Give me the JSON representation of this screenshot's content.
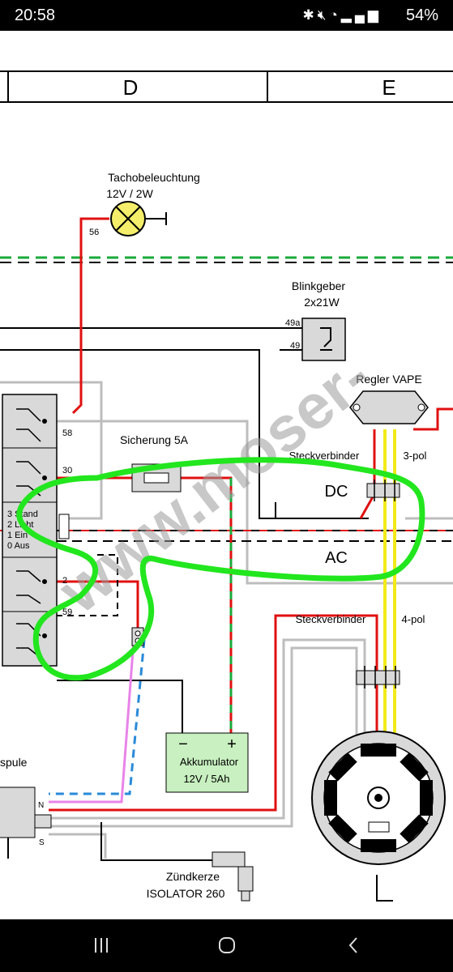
{
  "status_bar": {
    "time": "20:58",
    "icons": [
      "bluetooth-icon",
      "mute-icon",
      "wifi-icon",
      "signal-icon"
    ],
    "battery": "54%"
  },
  "diagram": {
    "columns": [
      "D",
      "E"
    ],
    "tacho": {
      "title": "Tachobeleuchtung",
      "rating": "12V / 2W",
      "terminal": "56"
    },
    "blinker": {
      "title": "Blinkgeber",
      "rating": "2x21W",
      "t1": "49a",
      "t2": "49"
    },
    "regler": {
      "title": "Regler  VAPE"
    },
    "stecker1": {
      "title": "Steckverbinder",
      "pol": "3-pol"
    },
    "stecker2": {
      "title": "Steckverbinder",
      "pol": "4-pol"
    },
    "sicherung": {
      "title": "Sicherung  5A"
    },
    "switch": {
      "terminals": [
        "58",
        "30",
        "2",
        "59"
      ],
      "positions": [
        "3 Stand",
        "2 Licht",
        "1 Ein",
        "0 Aus"
      ]
    },
    "bus_labels": {
      "dc": "DC",
      "ac": "AC"
    },
    "battery": {
      "minus": "−",
      "plus": "+",
      "title": "Akkumulator",
      "rating": "12V / 5Ah"
    },
    "coil": {
      "title": "spule",
      "n": "N",
      "s": "S"
    },
    "spark": {
      "title": "Zündkerze",
      "model": "ISOLATOR 260"
    },
    "watermark": "www.moser-",
    "colors": {
      "highlight": "#22e61e",
      "red": "#e01010",
      "green": "#1aaa3a",
      "yellow": "#f2ea19",
      "blue": "#2a8ad8",
      "pink": "#e884e8",
      "gray": "#bdbdbd"
    }
  },
  "nav_bar": {
    "buttons": [
      "recent-apps-button",
      "home-button",
      "back-button"
    ]
  }
}
